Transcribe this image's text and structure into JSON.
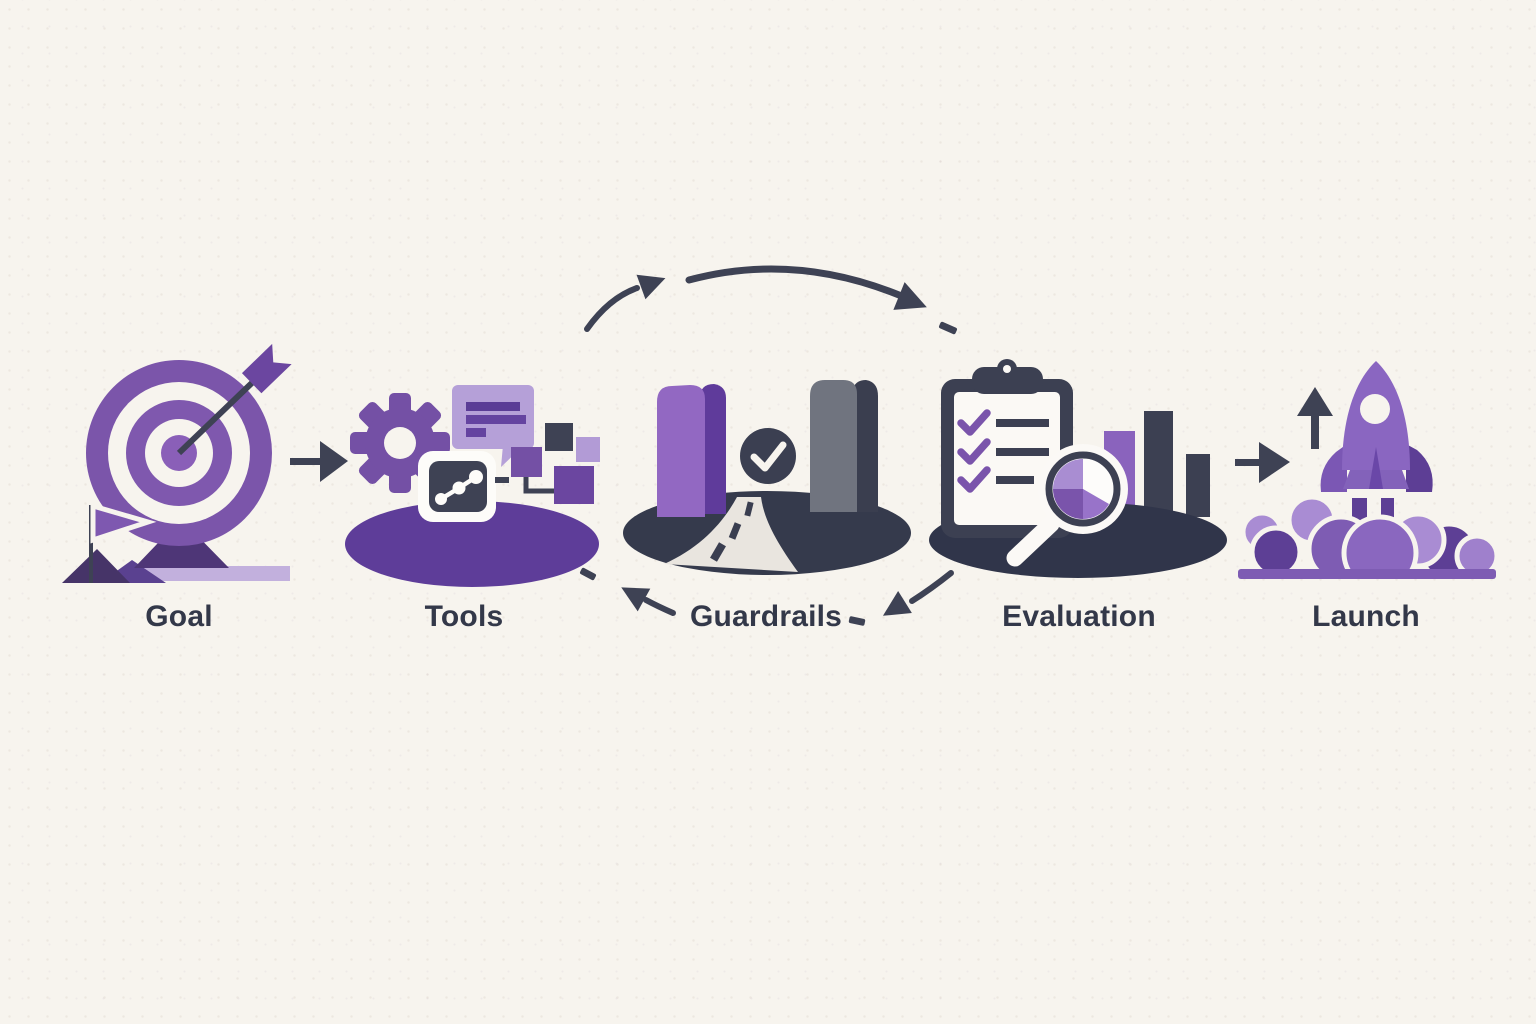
{
  "diagram": {
    "type": "process-flow-illustration",
    "background_color": "#f7f4ee",
    "accent_colors": {
      "purple": "#7a54ab",
      "purple_light": "#b39dd7",
      "purple_medium": "#8a66c1",
      "purple_deep": "#5e3d99",
      "slate_dark": "#3e4254",
      "label_text": "#333849"
    },
    "stages": [
      {
        "label": "Goal",
        "icon": "target-arrow-flag-icon"
      },
      {
        "label": "Tools",
        "icon": "gear-flowchart-chart-icon"
      },
      {
        "label": "Guardrails",
        "icon": "pillars-road-checkmark-icon"
      },
      {
        "label": "Evaluation",
        "icon": "clipboard-checklist-magnifier-barchart-icon"
      },
      {
        "label": "Launch",
        "icon": "rocket-launch-icon"
      }
    ],
    "connectors": [
      {
        "from": "Goal",
        "to": "Tools",
        "type": "straight-arrow-right"
      },
      {
        "from": "Tools",
        "to": "Guardrails",
        "type": "curved-arrow-top"
      },
      {
        "from": "Guardrails",
        "to": "Evaluation",
        "type": "curved-arrow-top"
      },
      {
        "from": "Evaluation",
        "to": "Guardrails",
        "type": "curved-arrow-bottom-back"
      },
      {
        "from": "Guardrails",
        "to": "Tools",
        "type": "curved-arrow-bottom-back"
      },
      {
        "from": "Evaluation",
        "to": "Launch",
        "type": "straight-arrow-right"
      }
    ]
  }
}
